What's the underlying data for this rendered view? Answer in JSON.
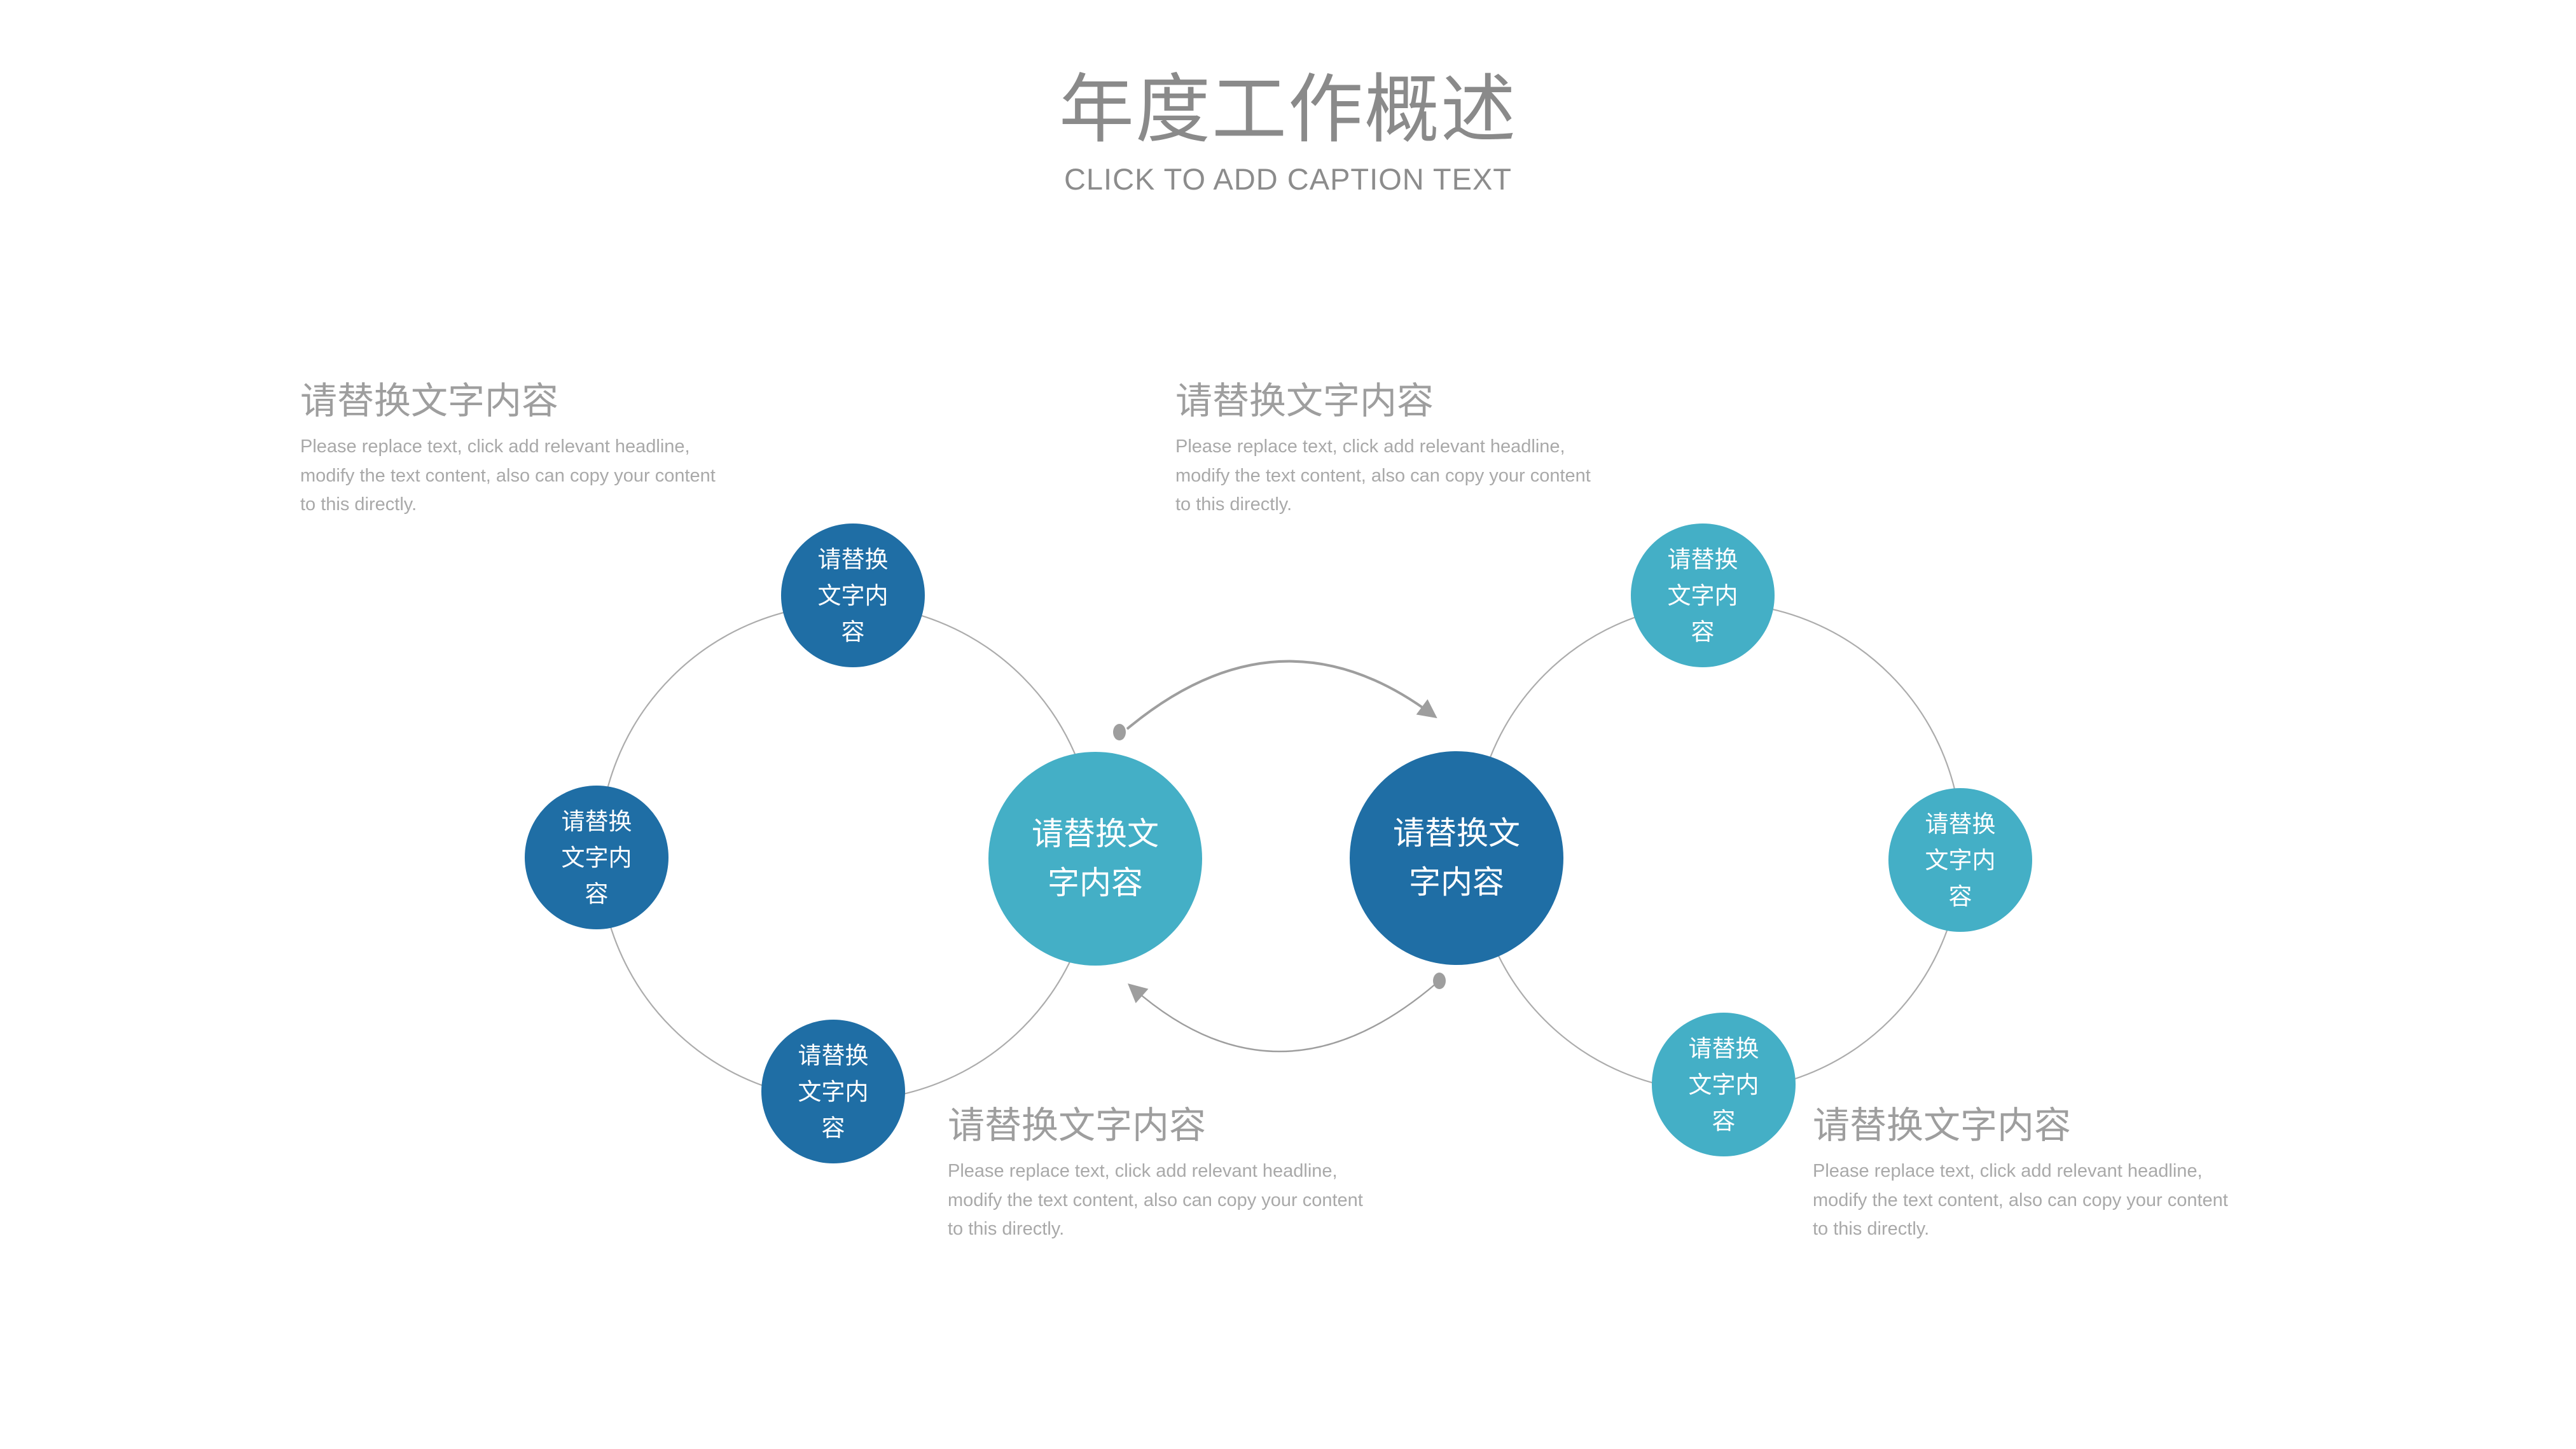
{
  "header": {
    "title": "年度工作概述",
    "subtitle": "CLICK TO ADD CAPTION TEXT"
  },
  "colors": {
    "background": "#FFFFFF",
    "teal": "#44AFC6",
    "dark_blue": "#1F6EA5",
    "cycle_line_gray": "#ACACAC",
    "arrow_gray": "#9E9E9E",
    "title_gray": "#8A8A8A",
    "subtitle_gray": "#8C8C8C",
    "heading_gray": "#9E9E9E",
    "body_gray": "#A9A9A9",
    "circle_text_white": "#FFFFFF"
  },
  "diagram": {
    "center_left_circle": {
      "lines": [
        "请替换文",
        "字内容"
      ]
    },
    "center_right_circle": {
      "lines": [
        "请替换文",
        "字内容"
      ]
    },
    "satellites": {
      "left_top": {
        "lines": [
          "请替换",
          "文字内",
          "容"
        ]
      },
      "left_middle": {
        "lines": [
          "请替换",
          "文字内",
          "容"
        ]
      },
      "left_bottom": {
        "lines": [
          "请替换",
          "文字内",
          "容"
        ]
      },
      "right_top": {
        "lines": [
          "请替换",
          "文字内",
          "容"
        ]
      },
      "right_middle": {
        "lines": [
          "请替换",
          "文字内",
          "容"
        ]
      },
      "right_bottom": {
        "lines": [
          "请替换",
          "文字内",
          "容"
        ]
      }
    }
  },
  "text_blocks": {
    "top_left": {
      "heading": "请替换文字内容",
      "body_lines": [
        "Please replace text, click add relevant headline,",
        "modify the text content, also can copy your content",
        "to this directly."
      ]
    },
    "top_right": {
      "heading": "请替换文字内容",
      "body_lines": [
        "Please replace text, click add relevant headline,",
        "modify the text content, also can copy your content",
        "to this directly."
      ]
    },
    "bottom_left": {
      "heading": "请替换文字内容",
      "body_lines": [
        "Please replace text, click add relevant headline,",
        "modify the text content, also can copy your content",
        "to this directly."
      ]
    },
    "bottom_right": {
      "heading": "请替换文字内容",
      "body_lines": [
        "Please replace text, click add relevant headline,",
        "modify the text content, also can copy your content",
        "to this directly."
      ]
    }
  }
}
